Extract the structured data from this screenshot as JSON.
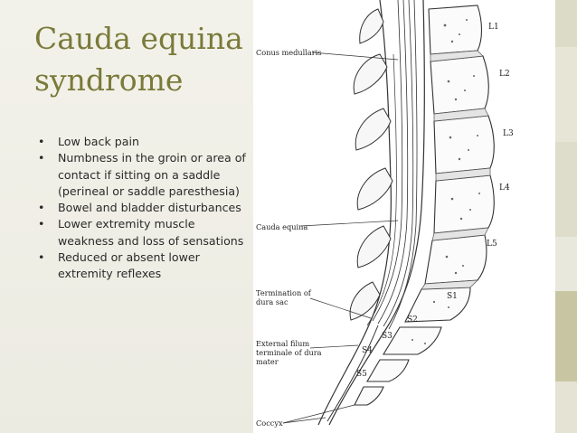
{
  "slide": {
    "title_line1": "Cauda equina",
    "title_line2": "syndrome",
    "bullet_marker": "•",
    "bullets": [
      "Low back pain",
      "Numbness in the groin or area of contact if sitting on a saddle (perineal or saddle paresthesia)",
      "Bowel and bladder disturbances",
      "Lower extremity muscle weakness and loss of sensations",
      "Reduced or absent lower extremity reflexes"
    ]
  },
  "diagram": {
    "labels": {
      "conus": "Conus medullaris",
      "cauda": "Cauda equina",
      "termination_1": "Termination of",
      "termination_2": "dura sac",
      "filum_1": "External filum",
      "filum_2": "terminale of dura",
      "filum_3": "mater",
      "coccyx": "Coccyx"
    },
    "vertebrae": [
      "L1",
      "L2",
      "L3",
      "L4",
      "L5",
      "S1",
      "S2",
      "S3",
      "S4",
      "S5"
    ]
  },
  "colors": {
    "title": "#7a7a3a",
    "text": "#2a2a2a",
    "accent_tab": "#c8c6a2"
  }
}
